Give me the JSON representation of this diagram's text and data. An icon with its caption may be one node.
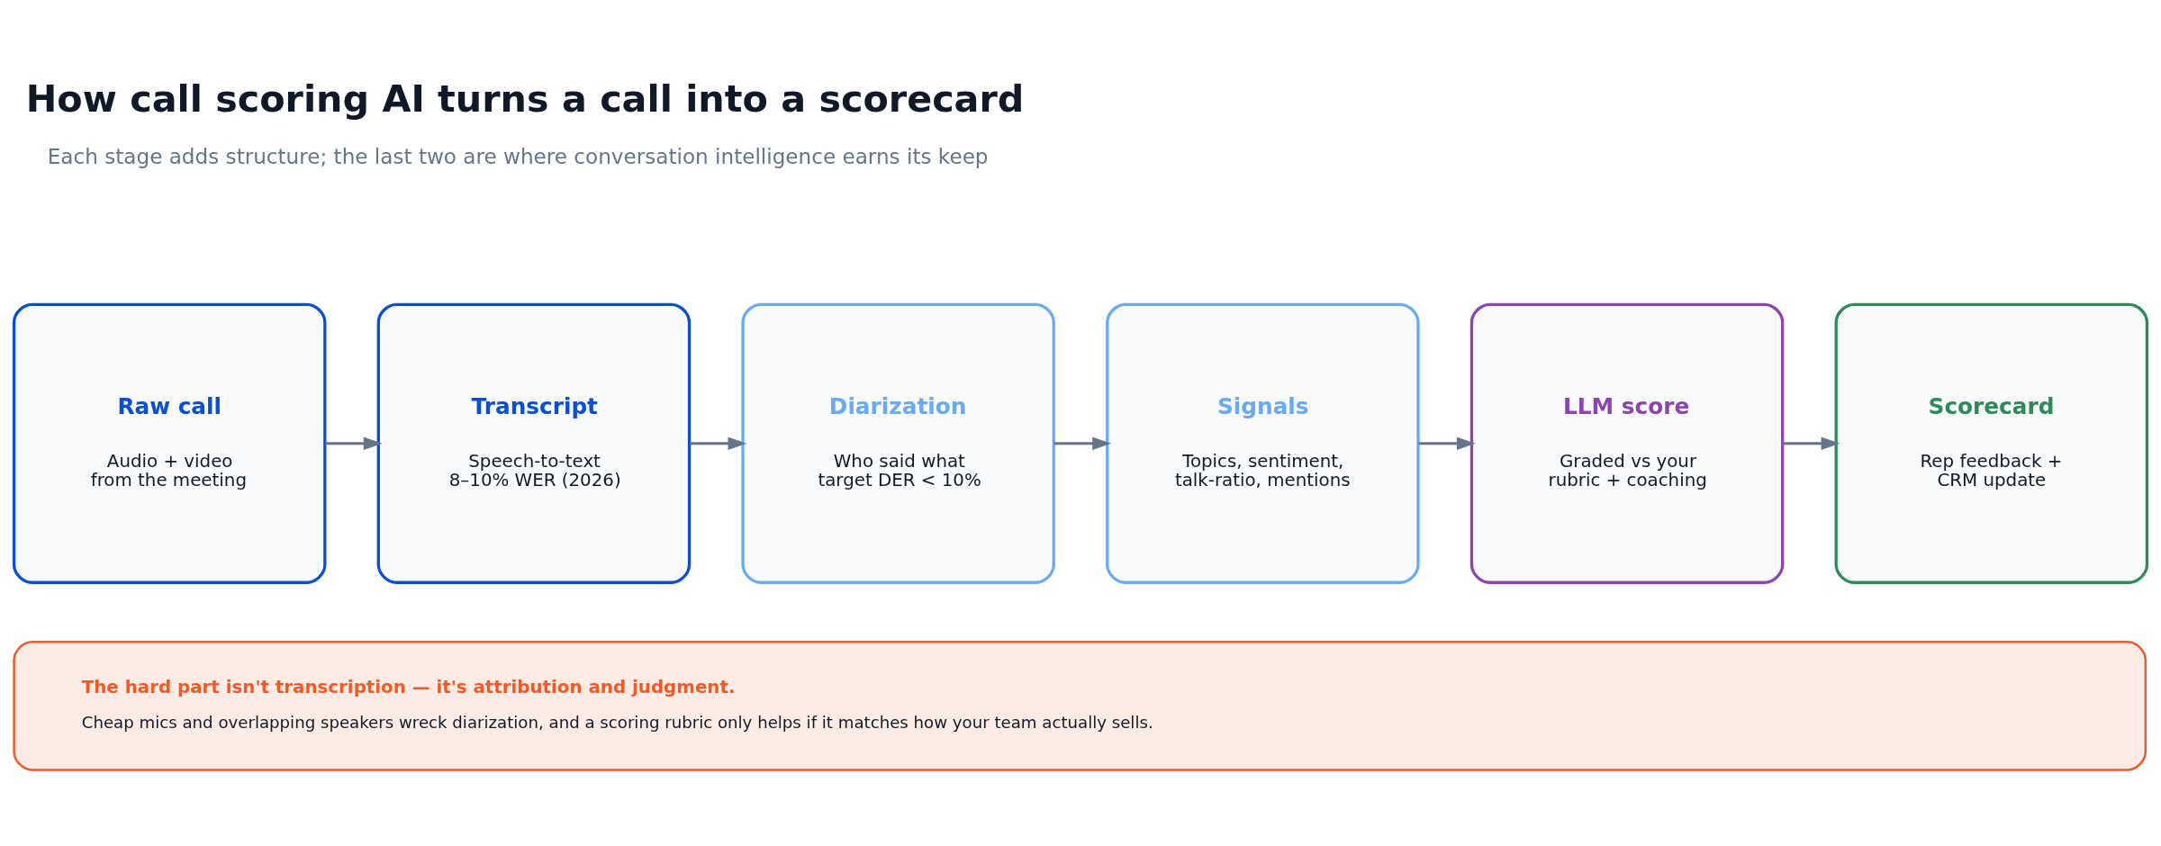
{
  "diagram": {
    "title": "How call scoring AI turns a call into a scorecard",
    "nodes": [
      {
        "text": [
          "Raw call",
          "Audio + video from the meeting"
        ]
      },
      {
        "text": [
          "Transcript",
          "Speech-to-text 8–10% WER (2026)"
        ]
      },
      {
        "text": [
          "Diarization",
          "Who said what target DER < 10%"
        ]
      },
      {
        "text": [
          "Signals",
          "Topics, sentiment, talk-ratio, mentions"
        ]
      },
      {
        "text": [
          "LLM score",
          "Graded vs your rubric + coaching"
        ]
      },
      {
        "text": [
          "Scorecard",
          "Rep feedback + CRM update"
        ]
      },
      {
        "text": [
          "The hard part isn't transcription — it's attribution and judgment.",
          "Cheap mics and overlapping speakers wreck diarization, and a scoring rubric only helps if it matches how your team actually sells."
        ]
      }
    ],
    "edges": [
      {
        "from": 0,
        "to": 1,
        "arrow": "to"
      },
      {
        "from": 1,
        "to": 2,
        "arrow": "to"
      },
      {
        "from": 2,
        "to": 3,
        "arrow": "to"
      },
      {
        "from": 3,
        "to": 4,
        "arrow": "to"
      },
      {
        "from": 4,
        "to": 5,
        "arrow": "to"
      }
    ],
    "labels": [
      "Each stage adds structure; the last two are where conversation intelligence earns its keep"
    ]
  }
}
